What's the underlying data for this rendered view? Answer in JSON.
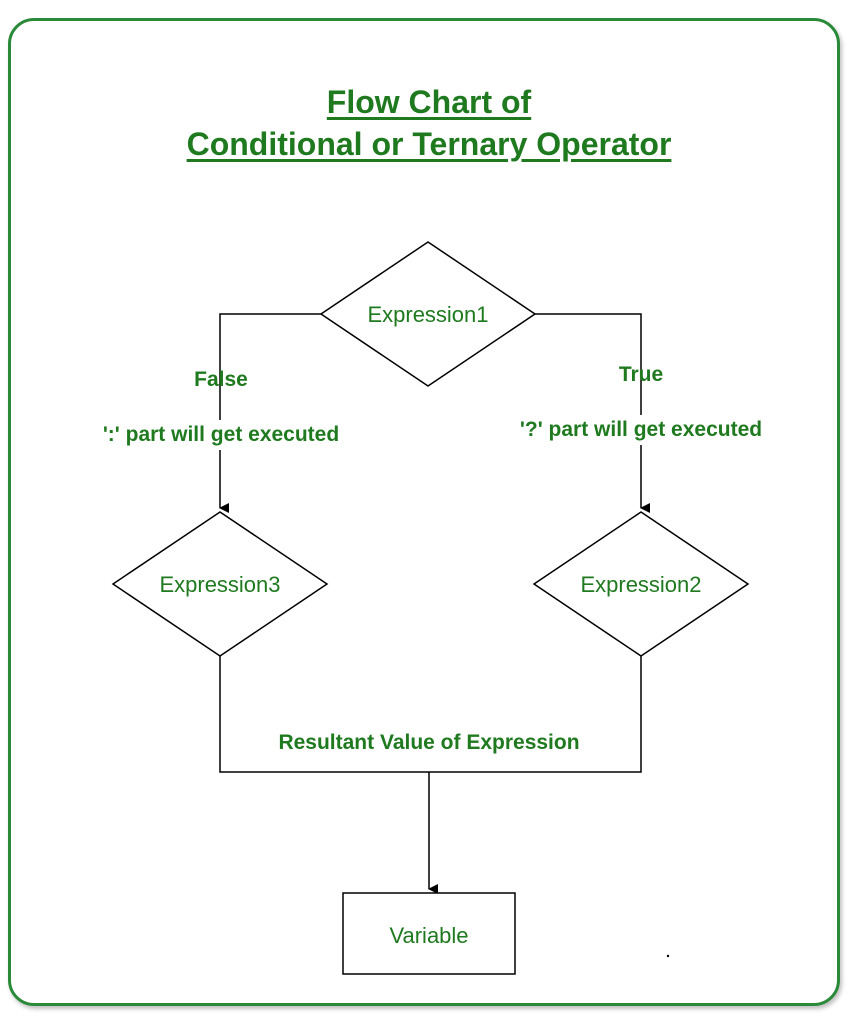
{
  "title": {
    "line1": "Flow Chart of",
    "line2": "Conditional or Ternary Operator"
  },
  "nodes": {
    "expression1": "Expression1",
    "expression2": "Expression2",
    "expression3": "Expression3",
    "variable": "Variable"
  },
  "labels": {
    "false": "False",
    "true": "True",
    "false_part": "':' part will get executed",
    "true_part": "'?' part will get executed",
    "result": "Resultant Value of Expression"
  },
  "colors": {
    "text": "#1f7a1f",
    "frame": "#2a8a3a",
    "line": "#000000"
  }
}
